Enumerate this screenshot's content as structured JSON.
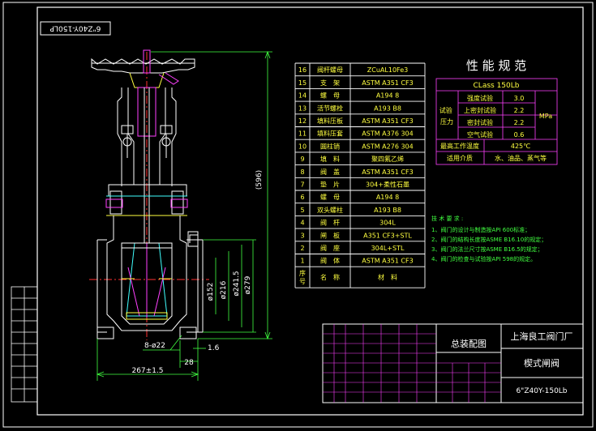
{
  "drawing_code": "6\"Z40Y-150LP",
  "dims": {
    "height_596": "(596)",
    "dia_152": "ø152",
    "dia_216": "ø216",
    "dia_241": "ø241.5",
    "dia_279": "ø279",
    "holes": "8-ø22",
    "d28": "28",
    "d16": "1.6",
    "length": "267±1.5"
  },
  "parts": {
    "rows": [
      {
        "no": "16",
        "name": "阀杆螺母",
        "mat": "ZCuAL10Fe3"
      },
      {
        "no": "15",
        "name": "支　架",
        "mat": "ASTM A351 CF3"
      },
      {
        "no": "14",
        "name": "螺　母",
        "mat": "A194 8"
      },
      {
        "no": "13",
        "name": "活节螺栓",
        "mat": "A193 B8"
      },
      {
        "no": "12",
        "name": "填料压板",
        "mat": "ASTM A351 CF3"
      },
      {
        "no": "11",
        "name": "填料压套",
        "mat": "ASTM A376 304"
      },
      {
        "no": "10",
        "name": "圆柱销",
        "mat": "ASTM A276 304"
      },
      {
        "no": "9",
        "name": "填　料",
        "mat": "聚四氟乙烯"
      },
      {
        "no": "8",
        "name": "阀　盖",
        "mat": "ASTM A351 CF3"
      },
      {
        "no": "7",
        "name": "垫　片",
        "mat": "304+柔性石墨"
      },
      {
        "no": "6",
        "name": "螺　母",
        "mat": "A194 8"
      },
      {
        "no": "5",
        "name": "双头螺柱",
        "mat": "A193 B8"
      },
      {
        "no": "4",
        "name": "阀　杆",
        "mat": "304L"
      },
      {
        "no": "3",
        "name": "闸　板",
        "mat": "A351 CF3+STL"
      },
      {
        "no": "2",
        "name": "阀　座",
        "mat": "304L+STL"
      },
      {
        "no": "1",
        "name": "阀　体",
        "mat": "ASTM A351 CF3"
      }
    ],
    "header_no": "序号",
    "header_name": "名　称",
    "header_mat": "材　料"
  },
  "perf": {
    "title": "性 能 规 范",
    "class_label": "CLass 150Lb",
    "group_label": "试验压力",
    "unit": "MPa",
    "tests": [
      {
        "name": "强度试验",
        "value": "3.0"
      },
      {
        "name": "上密封试验",
        "value": "2.2"
      },
      {
        "name": "密封试验",
        "value": "2.2"
      },
      {
        "name": "空气试验",
        "value": "0.6"
      }
    ],
    "max_temp_label": "最高工作温度",
    "max_temp": "425℃",
    "media_label": "适用介质",
    "media": "水、油品、蒸气等"
  },
  "tech": {
    "title": "技 术 要 求 :",
    "items": [
      "1、阀门的设计与制造按API 600标准；",
      "2、阀门的结构长度按ASME B16.10的规定；",
      "3、阀门的法兰尺寸按ASME B16.5的规定；",
      "4、阀门的检查与试验按API 598的规定。"
    ]
  },
  "title_block": {
    "drawing_name": "总装配图",
    "company": "上海良工阀门厂",
    "product": "楔式闸阀",
    "model": "6\"Z40Y-150Lb"
  }
}
